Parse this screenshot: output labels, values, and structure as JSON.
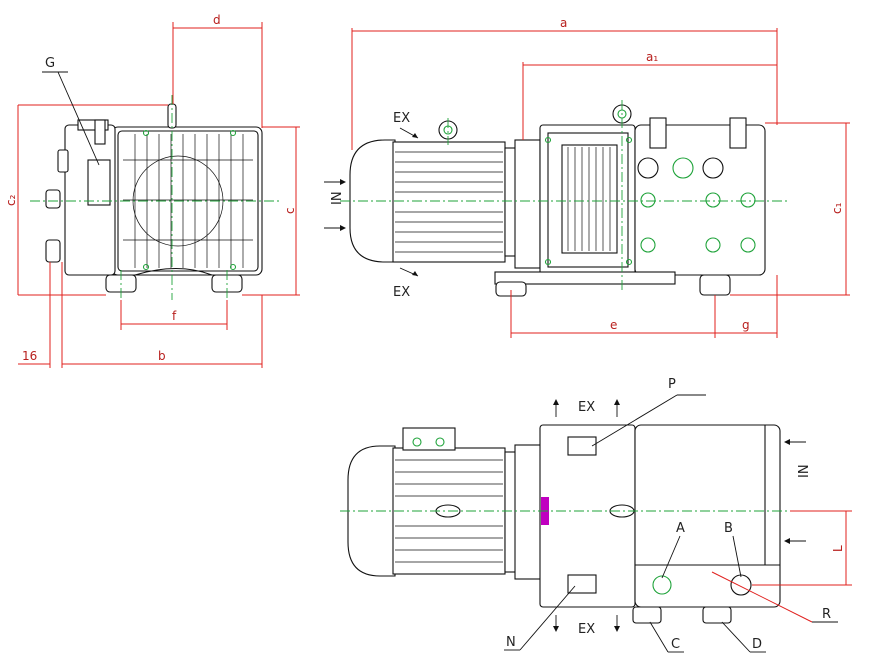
{
  "dimensions": {
    "d": "d",
    "a": "a",
    "a1": "a₁",
    "c2": "c₂",
    "c": "c",
    "c1": "c₁",
    "f": "f",
    "b": "b",
    "sixteen": "16",
    "e": "e",
    "g": "g",
    "l": "L"
  },
  "callouts": {
    "G": "G",
    "P": "P",
    "N": "N",
    "A": "A",
    "B": "B",
    "C": "C",
    "D": "D",
    "R": "R"
  },
  "flow": {
    "ex_top_front": "EX",
    "ex_bottom_front": "EX",
    "in_front": "IN",
    "ex_top_plan": "EX",
    "ex_bottom_plan": "EX",
    "in_plan": "IN"
  },
  "colors": {
    "dimension": "#e0201e",
    "centerline": "#1fa33a",
    "outline": "#111111",
    "marker": "#c000c0"
  }
}
